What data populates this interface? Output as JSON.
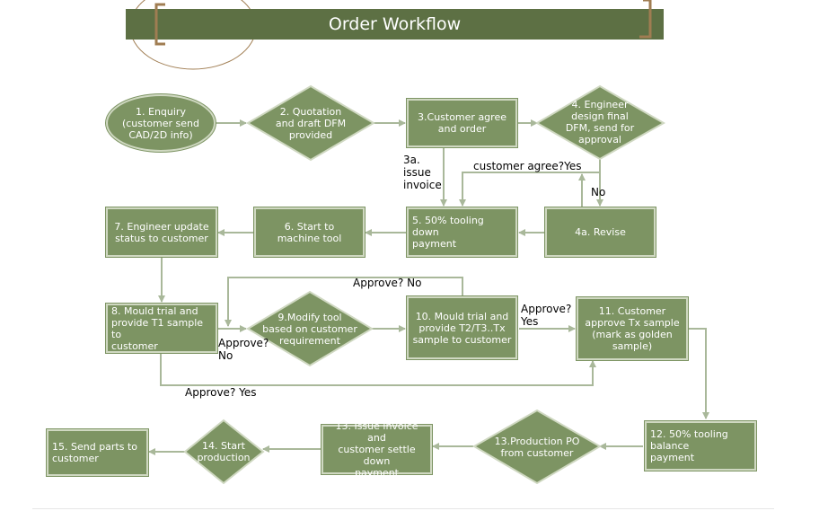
{
  "title": "Order Workflow",
  "nodes": {
    "n1": "1. Enquiry\n(customer send\nCAD/2D info)",
    "n2": "2. Quotation\nand draft DFM\nprovided",
    "n3": "3.Customer agree\nand order",
    "n4": "4. Engineer\ndesign final\nDFM, send for\napproval",
    "n4a": "4a. Revise",
    "n5": "5. 50% tooling down\npayment",
    "n6": "6. Start to\nmachine tool",
    "n7": "7. Engineer update\nstatus to customer",
    "n8": "8. Mould trial and\nprovide T1 sample to\ncustomer",
    "n9": "9.Modify tool\nbased on customer\nrequirement",
    "n10": "10. Mould trial and\nprovide T2/T3..Tx\nsample to customer",
    "n11": "11. Customer\napprove Tx sample\n(mark as golden\nsample)",
    "n12": "12. 50% tooling balance\npayment",
    "n13": "13. Issue invoice and\ncustomer settle down\npayment",
    "n14": "14.  Start\nproduction",
    "n13p": "13.Production PO\nfrom customer",
    "n15": "15. Send parts to\ncustomer"
  },
  "labels": {
    "issue_invoice": "3a.\nissue\ninvoice",
    "customer_agree_yes": "customer agree?Yes",
    "no_4": "No",
    "approve_no_top": "Approve? No",
    "approve_yes_10": "Approve?\nYes",
    "approve_no_8": "Approve?\nNo",
    "approve_yes_bottom": "Approve? Yes"
  },
  "colors": {
    "title_bg": "#5d7044",
    "node_fill": "#7d9463",
    "node_border": "#cfd8c1",
    "connector": "#a9b89a",
    "bracket": "#a07d52"
  }
}
